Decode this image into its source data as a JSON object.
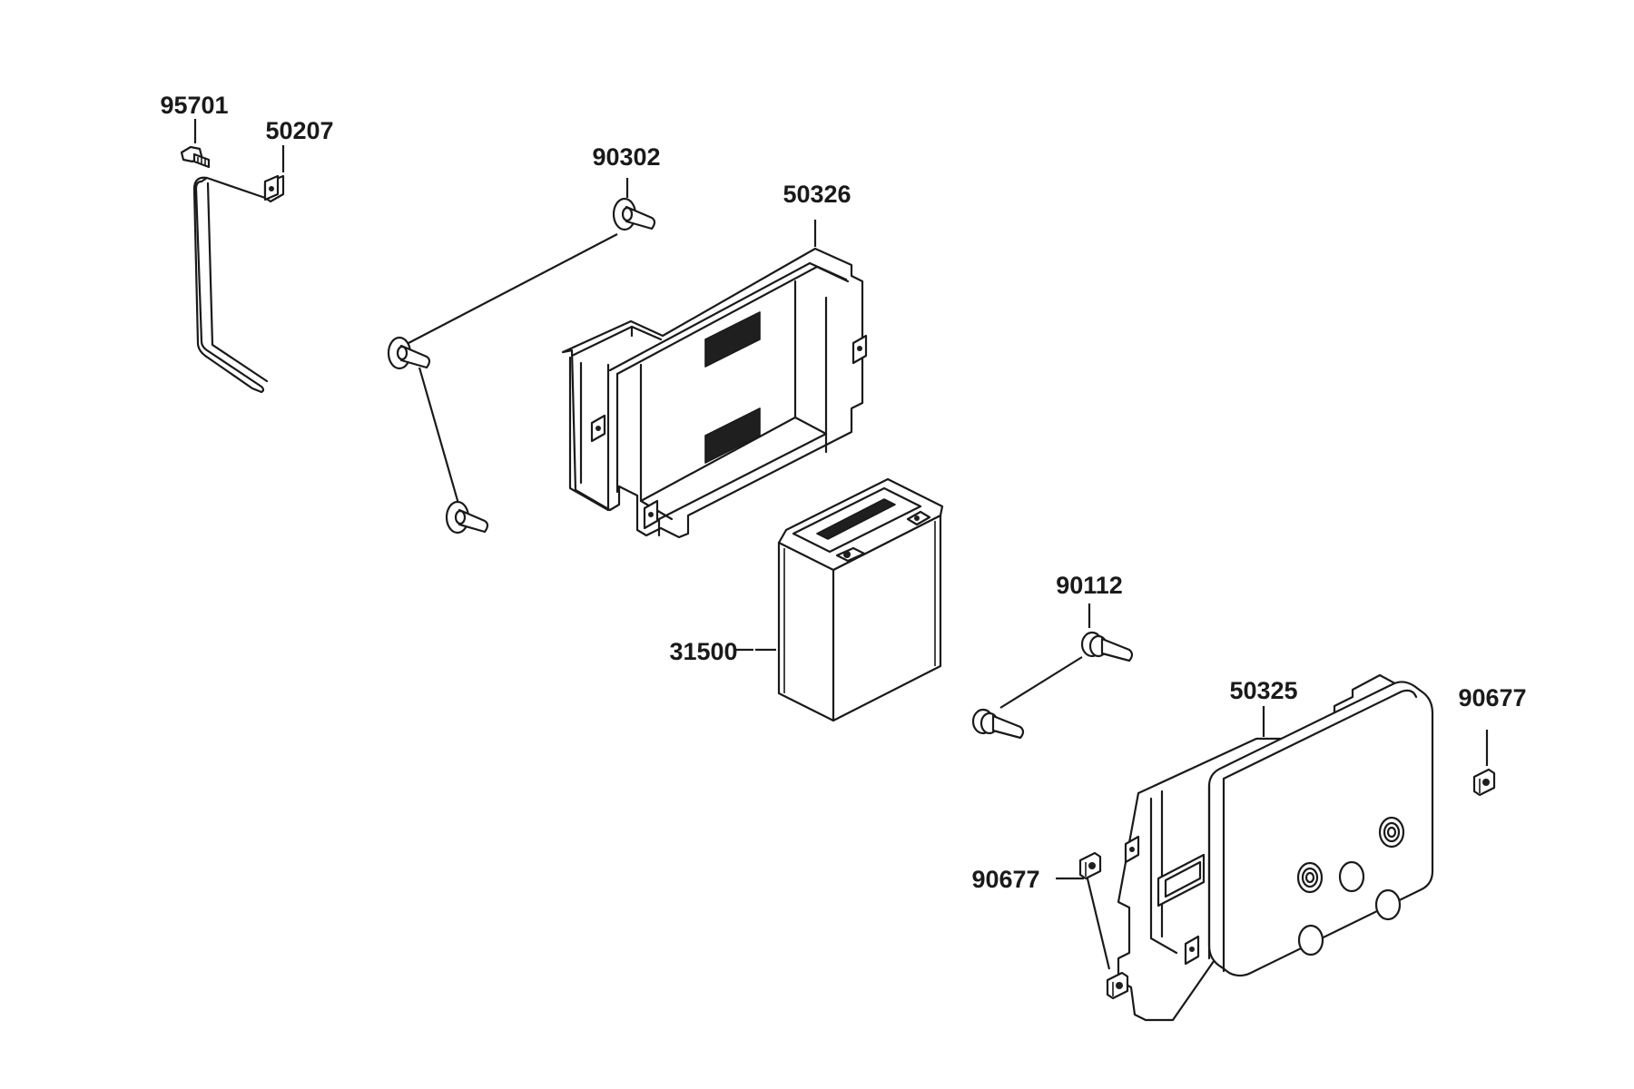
{
  "diagram": {
    "parts": [
      {
        "id": "battery-bolt",
        "label": "95701"
      },
      {
        "id": "battery-strap",
        "label": "50207"
      },
      {
        "id": "case-grommet",
        "label": "90302"
      },
      {
        "id": "battery-case",
        "label": "50326"
      },
      {
        "id": "battery",
        "label": "31500"
      },
      {
        "id": "collar-bolt",
        "label": "90112"
      },
      {
        "id": "battery-cover",
        "label": "50325"
      },
      {
        "id": "clip-nut-right",
        "label": "90677"
      },
      {
        "id": "clip-nut-left",
        "label": "90677"
      }
    ]
  }
}
